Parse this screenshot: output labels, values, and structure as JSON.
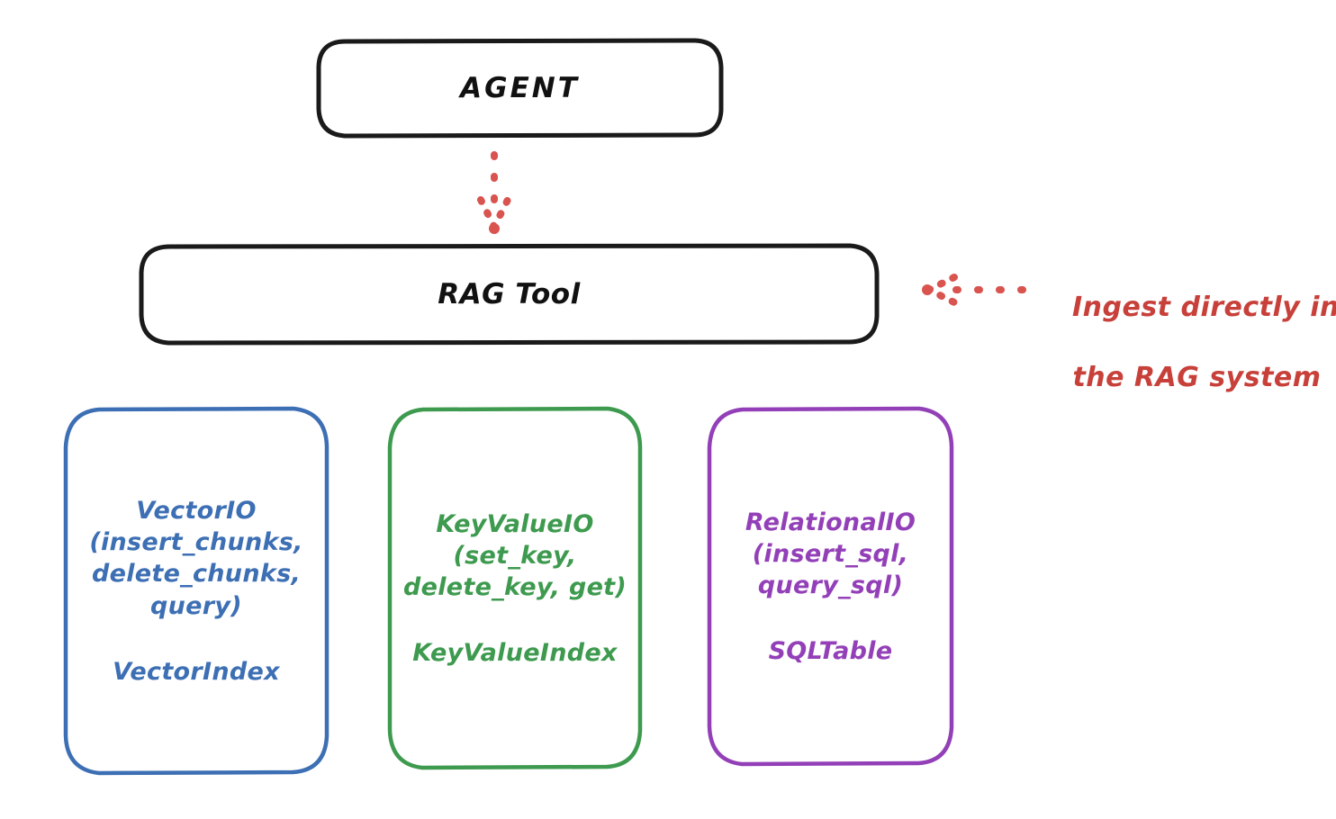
{
  "diagram": {
    "title_hidden": "",
    "background": "#FFFFFF",
    "nodes": {
      "agent": {
        "label": "AGENT",
        "stroke": "#1A1A1A",
        "shape": "rounded-rectangle"
      },
      "rag_tool": {
        "label": "RAG Tool",
        "stroke": "#1A1A1A",
        "shape": "rounded-rectangle"
      },
      "vectorio": {
        "stroke": "#3D6FB4",
        "shape": "rounded-rectangle",
        "primary_lines": [
          "VectorIO",
          "(insert_chunks,",
          "delete_chunks,",
          "query)"
        ],
        "secondary_lines": [
          "VectorIndex"
        ]
      },
      "keyvalueio": {
        "stroke": "#3D9A4E",
        "shape": "rounded-rectangle",
        "primary_lines": [
          "KeyValueIO",
          "(set_key,",
          "delete_key, get)"
        ],
        "secondary_lines": [
          "KeyValueIndex"
        ]
      },
      "relationalio": {
        "stroke": "#9340B8",
        "shape": "rounded-rectangle",
        "primary_lines": [
          "RelationalIO",
          "(insert_sql,",
          "query_sql)"
        ],
        "secondary_lines": [
          "SQLTable"
        ]
      }
    },
    "annotation": {
      "color": "#C8403A",
      "lines": [
        "Ingest directly into",
        "the RAG system"
      ]
    },
    "connectors": [
      {
        "name": "agent-to-rag-tool",
        "style": "dotted",
        "color": "#D9534F",
        "direction": "down"
      },
      {
        "name": "annotation-to-rag-tool",
        "style": "dotted",
        "color": "#D9534F",
        "direction": "left"
      }
    ]
  }
}
